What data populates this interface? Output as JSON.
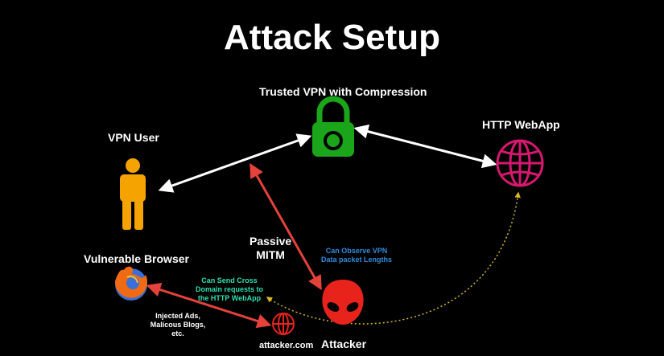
{
  "title": "Attack Setup",
  "nodes": {
    "vpn": {
      "label": "Trusted VPN with Compression",
      "icon": "padlock-icon"
    },
    "user": {
      "label": "VPN User",
      "icon": "person-icon"
    },
    "webapp": {
      "label": "HTTP WebApp",
      "icon": "globe-icon"
    },
    "browser": {
      "label": "Vulnerable Browser",
      "icon": "firefox-icon"
    },
    "attacker": {
      "label": "Attacker",
      "icon": "alien-icon"
    },
    "attacker_site": {
      "label": "attacker.com",
      "icon": "globe-icon"
    }
  },
  "annotations": {
    "passive_mitm": "Passive\nMITM",
    "observe": "Can Observe VPN\nData packet Lengths",
    "cross_domain": "Can Send Cross\nDomain requests to\nthe HTTP WebApp",
    "injected": "Injected Ads,\nMalicous Blogs,\netc."
  },
  "colors": {
    "background": "#000000",
    "vpn_green": "#1aa51a",
    "person_orange": "#f5a300",
    "web_pink": "#d6186f",
    "attacker_red": "#e8231c",
    "mitm_arrow": "#e4423a",
    "dotted_arrow": "#d9b52a",
    "observe_text": "#2f8de0",
    "cross_text": "#2ee0b0"
  }
}
